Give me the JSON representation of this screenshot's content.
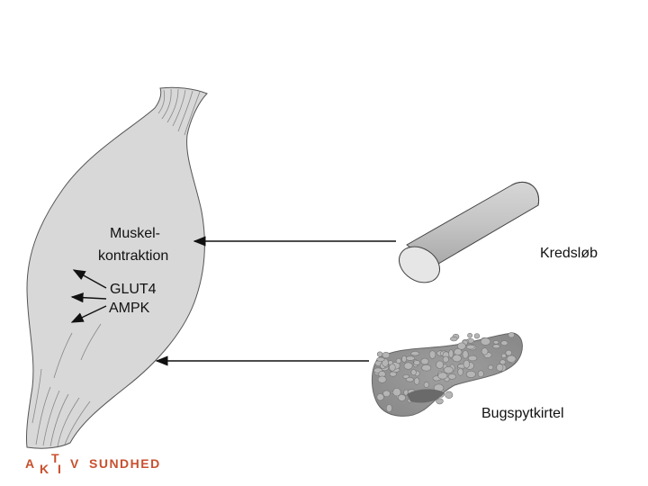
{
  "labels": {
    "muscle_line1": "Muskel-",
    "muscle_line2": "kontraktion",
    "glut4": "GLUT4",
    "ampk": "AMPK",
    "circulation": "Kredsløb",
    "pancreas": "Bugspytkirtel"
  },
  "logo": {
    "letters": [
      "A",
      "K",
      "T",
      "I",
      "V"
    ],
    "word": "SUNDHED",
    "color": "#c8502e"
  },
  "icons": {
    "muscle": "muscle-illustration",
    "vessel": "blood-vessel-tube",
    "pancreas": "pancreas-illustration"
  }
}
